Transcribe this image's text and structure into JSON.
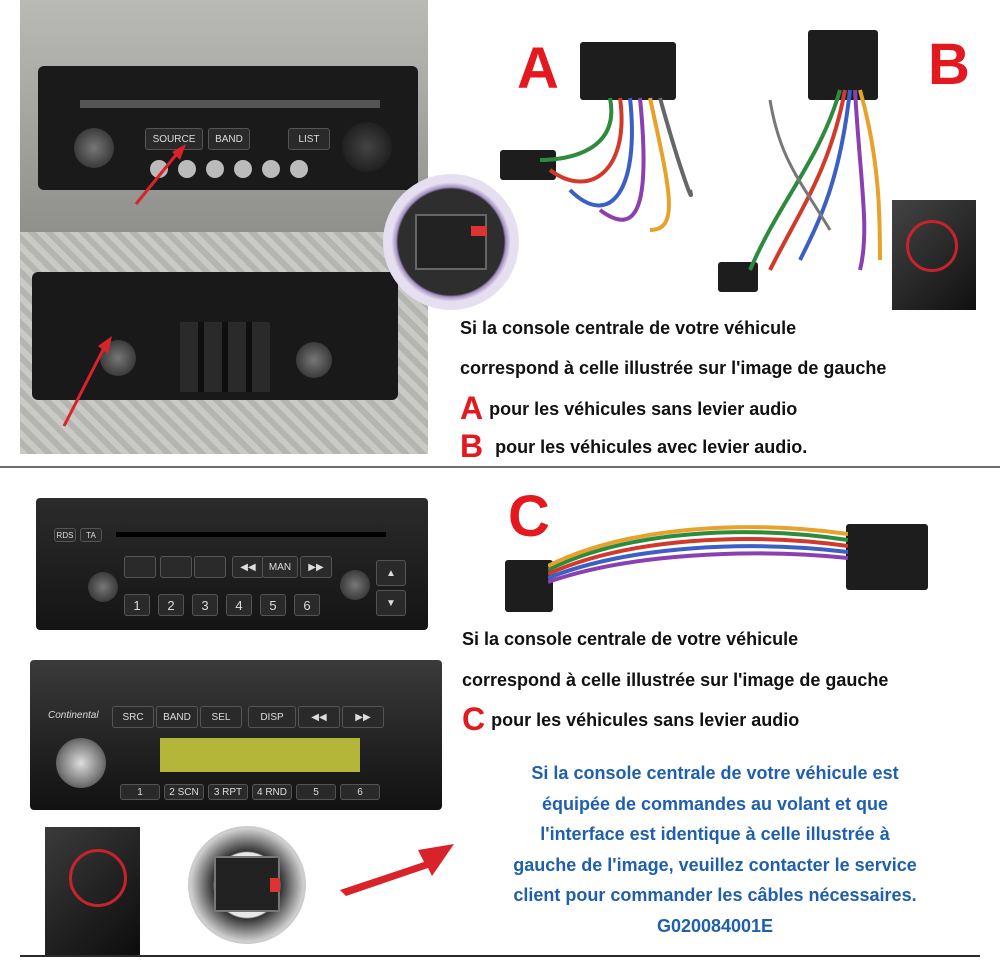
{
  "labels": {
    "a": "A",
    "b": "B",
    "c": "C"
  },
  "section_ab": {
    "line1": "Si la console centrale de votre véhicule",
    "line2": "correspond à celle illustrée sur l'image de gauche",
    "a_letter": "A",
    "a_text": "pour les véhicules sans levier audio",
    "b_letter": "B",
    "b_text": "pour les véhicules avec levier audio."
  },
  "section_c": {
    "line1": "Si la console centrale de votre véhicule",
    "line2": "correspond à celle illustrée sur l'image de gauche",
    "c_letter": "C",
    "c_text": "pour les véhicules sans levier audio"
  },
  "notice": {
    "line1": "Si la console centrale de votre véhicule est",
    "line2": "équipée de commandes au volant et que",
    "line3": "l'interface est identique à celle illustrée à",
    "line4": "gauche de l'image, veuillez contacter le service",
    "line5": "client pour commander les câbles nécessaires.",
    "line6": "G020084001E"
  },
  "radio_black": {
    "rds": "RDS",
    "ta": "TA",
    "man": "MAN",
    "presets": [
      "1",
      "2",
      "3",
      "4",
      "5",
      "6"
    ]
  },
  "radio_continental": {
    "brand": "Continental",
    "src": "SRC",
    "band": "BAND",
    "sel": "SEL",
    "disp": "DISP",
    "presets": [
      "1",
      "2 SCN",
      "3 RPT",
      "4 RND",
      "5",
      "6"
    ]
  },
  "radio_top": {
    "source": "SOURCE",
    "band": "BAND",
    "list": "LIST"
  },
  "colors": {
    "red": "#e4181f",
    "blue": "#1f5fae",
    "text": "#111111"
  }
}
